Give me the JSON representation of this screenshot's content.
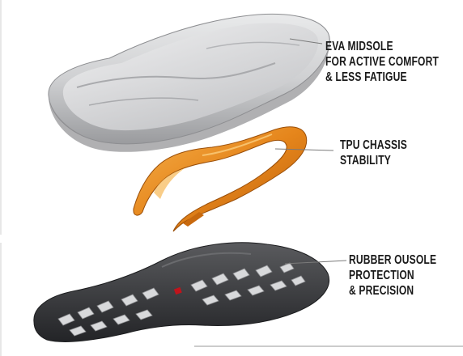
{
  "labels": {
    "eva": [
      "EVA MIDSOLE",
      "FOR ACTIVE COMFORT",
      "& LESS FATIGUE"
    ],
    "tpu": [
      "TPU CHASSIS",
      "STABILITY"
    ],
    "rubber": [
      "RUBBER OUSOLE",
      "PROTECTION",
      "& PRECISION"
    ]
  },
  "colors": {
    "eva": "#cfd0d2",
    "tpu": "#e58a1e",
    "rubber": "#3a3b3d",
    "lugs": "#d8d9db",
    "accent": "#c0141c"
  }
}
